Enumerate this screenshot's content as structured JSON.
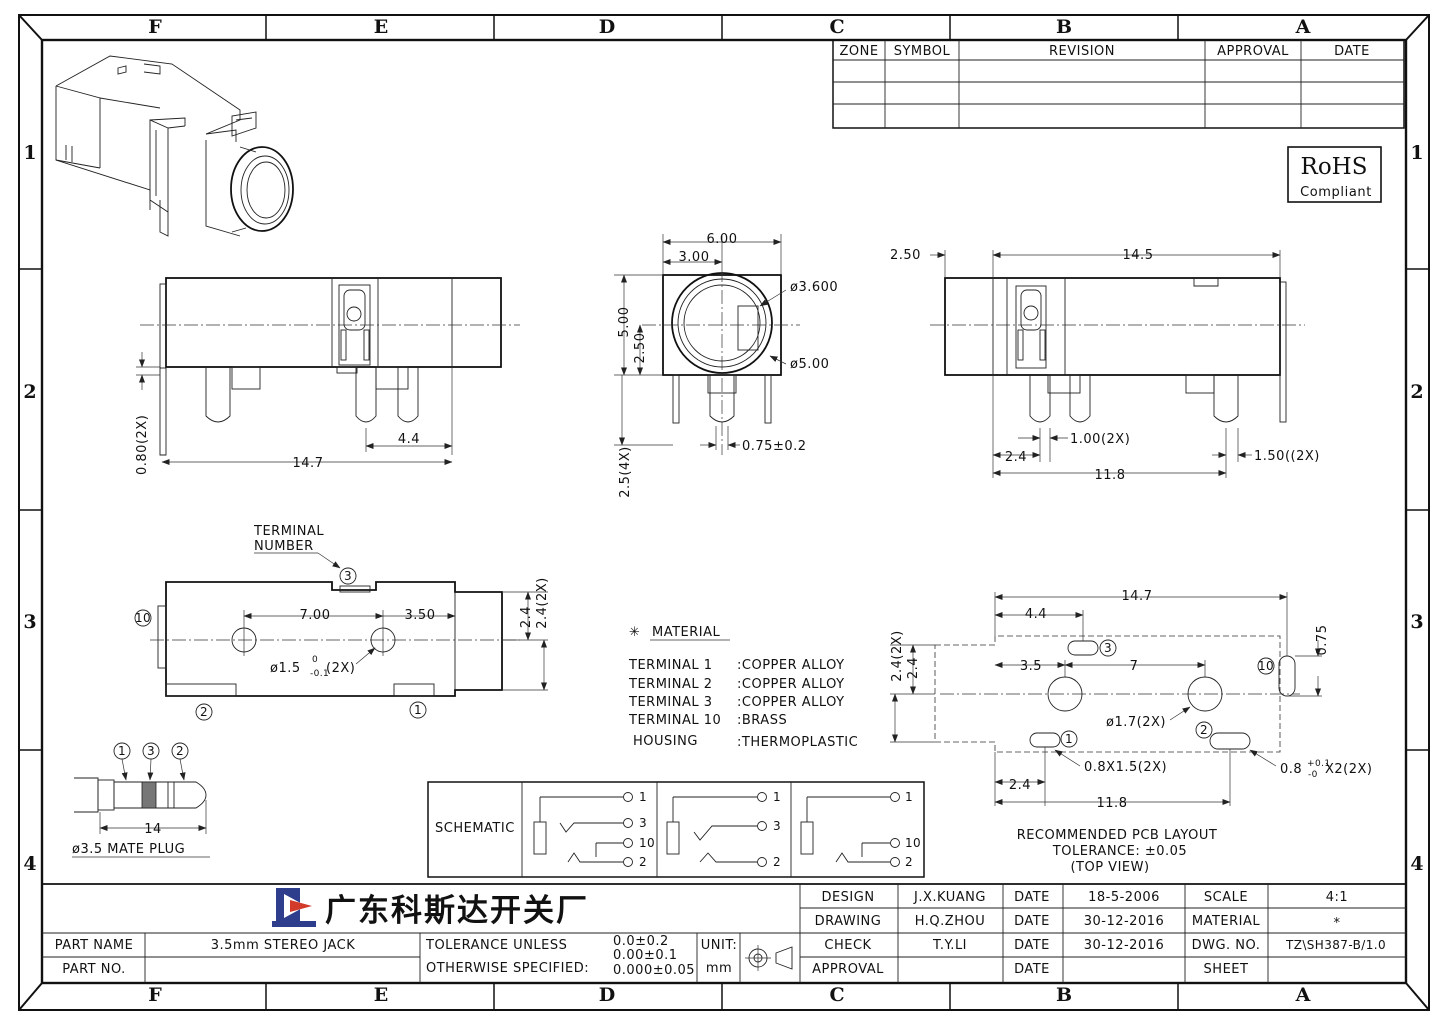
{
  "zones": {
    "columns": [
      "F",
      "E",
      "D",
      "C",
      "B",
      "A"
    ],
    "rows": [
      "1",
      "2",
      "3",
      "4"
    ]
  },
  "revision_table": {
    "headers": [
      "ZONE",
      "SYMBOL",
      "REVISION",
      "APPROVAL",
      "DATE"
    ]
  },
  "rohs": {
    "line1": "RoHS",
    "line2": "Compliant"
  },
  "dims": {
    "front_width": "6.00",
    "front_half_width": "3.00",
    "front_height": "5.00",
    "front_half_height": "2.50",
    "hole_dia": "ø3.600",
    "bore_dia": "ø5.00",
    "pin_width": "0.75±0.2",
    "pin_len": "2.5(4X)",
    "left_len": "14.7",
    "left_pin_space": "4.4",
    "left_pin_thk": "0.80(2X)",
    "right_offset": "2.50",
    "right_len": "14.5",
    "right_pin_a": "1.00(2X)",
    "right_pin_b": "1.50((2X)",
    "right_pin_space": "2.4",
    "right_span": "11.8",
    "bot_a": "7.00",
    "bot_b": "3.50",
    "bot_h1": "2.4",
    "bot_h2": "2.4(2X)",
    "bot_hole": "ø1.5",
    "bot_hole_tol_up": "0",
    "bot_hole_tol_dn": "-0.1",
    "bot_hole_qty": "(2X)",
    "plug_len": "14",
    "plug_title": "ø3.5 MATE PLUG",
    "pcb_total": "14.7",
    "pcb_a": "4.4",
    "pcb_b": "3.5",
    "pcb_c": "7",
    "pcb_h1": "2.4(2X)",
    "pcb_h2": "2.4",
    "pcb_side": "0.75",
    "pcb_hole": "ø1.7(2X)",
    "pcb_slot1": "0.8X1.5(2X)",
    "pcb_slot2_a": "0.8",
    "pcb_slot2_tol_up": "+0.1",
    "pcb_slot2_tol_dn": "-0",
    "pcb_slot2_b": "X2(2X)",
    "pcb_d": "2.4",
    "pcb_e": "11.8"
  },
  "terminal_label": {
    "line1": "TERMINAL",
    "line2": "NUMBER"
  },
  "material": {
    "title": "MATERIAL",
    "rows": [
      {
        "name": "TERMINAL  1",
        "value": ":COPPER  ALLOY"
      },
      {
        "name": "TERMINAL  2",
        "value": ":COPPER  ALLOY"
      },
      {
        "name": "TERMINAL  3",
        "value": ":COPPER  ALLOY"
      },
      {
        "name": "TERMINAL 10",
        "value": ":BRASS"
      },
      {
        "name": "HOUSING",
        "value": ":THERMOPLASTIC"
      }
    ]
  },
  "schematic_label": "SCHEMATIC",
  "schematic_pins": [
    "1",
    "3",
    "10",
    "2"
  ],
  "pcb_caption": [
    "RECOMMENDED PCB LAYOUT",
    "TOLERANCE: ±0.05",
    "(TOP VIEW)"
  ],
  "title_block": {
    "company": "广东科斯达开关厂",
    "part_name_label": "PART NAME",
    "part_name": "3.5mm  STEREO  JACK",
    "part_no_label": "PART NO.",
    "part_no": "",
    "tol_line1": "TOLERANCE  UNLESS",
    "tol_line2": "OTHERWISE  SPECIFIED:",
    "tol_v1": "0.0±0.2",
    "tol_v2": "0.00±0.1",
    "tol_v3": "0.000±0.05",
    "unit_label": "UNIT:",
    "unit": "mm",
    "design_label": "DESIGN",
    "design_name": "J.X.KUANG",
    "drawing_label": "DRAWING",
    "drawing_name": "H.Q.ZHOU",
    "check_label": "CHECK",
    "check_name": "T.Y.LI",
    "approval_label": "APPROVAL",
    "approval_name": "",
    "date_label": "DATE",
    "design_date": "18-5-2006",
    "drawing_date": "30-12-2016",
    "check_date": "30-12-2016",
    "approval_date": "",
    "scale_label": "SCALE",
    "scale": "4:1",
    "material_label": "MATERIAL",
    "material_value": "*",
    "dwg_label": "DWG. NO.",
    "dwg_no": "TZ\\SH387-B/1.0",
    "sheet_label": "SHEET",
    "sheet": ""
  }
}
